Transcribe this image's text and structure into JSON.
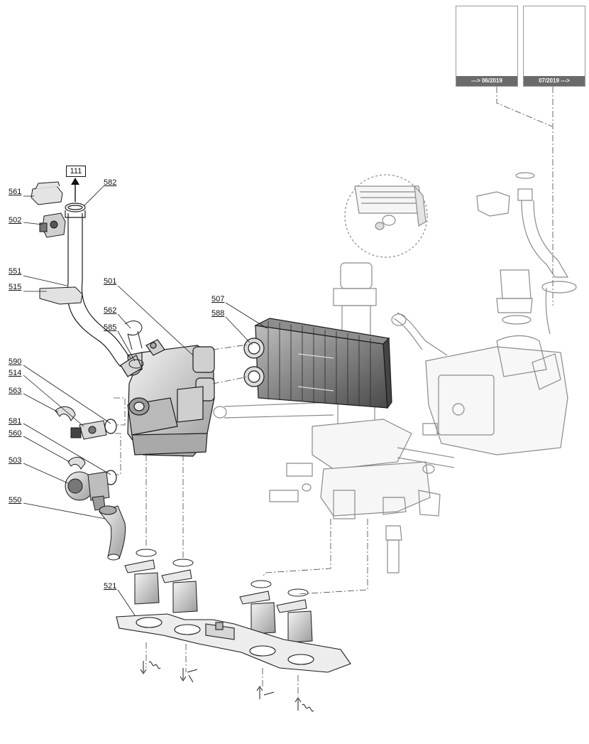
{
  "diagram": {
    "part_labels": [
      {
        "id": "561",
        "text": "561"
      },
      {
        "id": "502",
        "text": "502"
      },
      {
        "id": "551",
        "text": "551"
      },
      {
        "id": "515",
        "text": "515"
      },
      {
        "id": "582",
        "text": "582"
      },
      {
        "id": "501",
        "text": "501"
      },
      {
        "id": "562",
        "text": "562"
      },
      {
        "id": "585",
        "text": "585"
      },
      {
        "id": "507",
        "text": "507"
      },
      {
        "id": "588",
        "text": "588"
      },
      {
        "id": "590",
        "text": "590"
      },
      {
        "id": "514",
        "text": "514"
      },
      {
        "id": "563",
        "text": "563"
      },
      {
        "id": "581",
        "text": "581"
      },
      {
        "id": "560",
        "text": "560"
      },
      {
        "id": "503",
        "text": "503"
      },
      {
        "id": "550",
        "text": "550"
      },
      {
        "id": "521",
        "text": "521"
      }
    ],
    "reference_box": "111",
    "variant_panels": [
      {
        "caption": "---> 06/2019"
      },
      {
        "caption": "07/2019 --->"
      }
    ],
    "colors": {
      "line": "#1a1a1a",
      "fill_light": "#e6e6e6",
      "fill_mid": "#bdbdbd",
      "fill_dark": "#555555",
      "ghost": "#8a8a8a"
    }
  }
}
